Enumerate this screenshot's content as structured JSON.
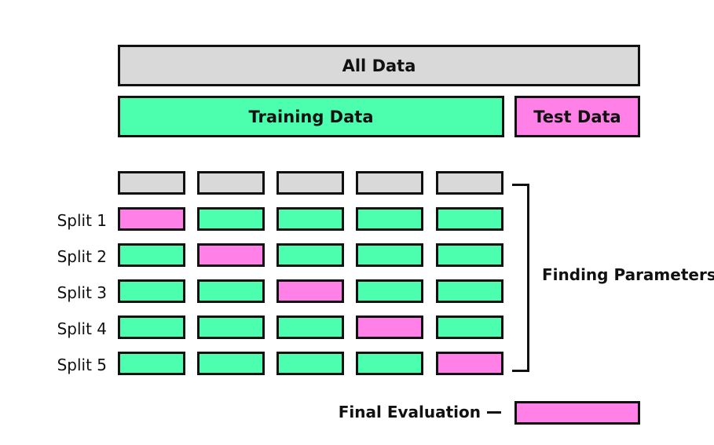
{
  "all_data": {
    "label": "All Data",
    "color": "#d9d9d9"
  },
  "training_data": {
    "label": "Training Data",
    "color": "#4cffae"
  },
  "test_data": {
    "label": "Test Data",
    "color": "#ff80e6"
  },
  "folds_header_color": "#d9d9d9",
  "splits": [
    {
      "label": "Split 1",
      "test_fold": 1
    },
    {
      "label": "Split 2",
      "test_fold": 2
    },
    {
      "label": "Split 3",
      "test_fold": 3
    },
    {
      "label": "Split 4",
      "test_fold": 4
    },
    {
      "label": "Split 5",
      "test_fold": 5
    }
  ],
  "fold_count": 5,
  "finding_parameters": "Finding Parameters",
  "final_evaluation": "Final Evaluation"
}
